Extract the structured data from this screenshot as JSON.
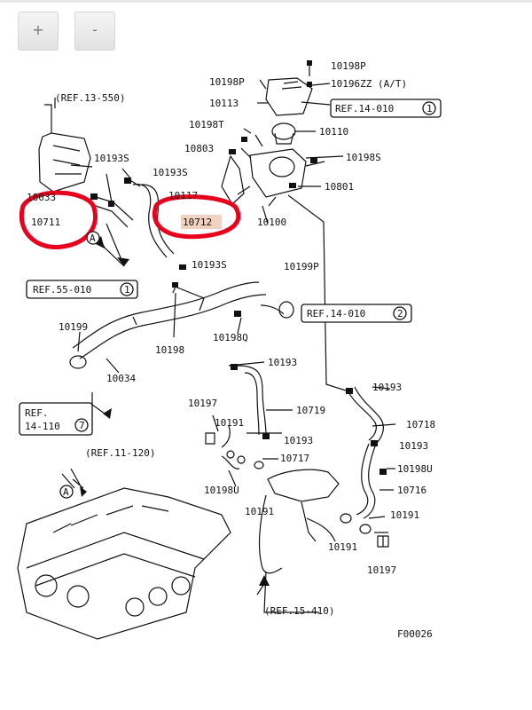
{
  "toolbar": {
    "zoom_in": "+",
    "zoom_out": "-"
  },
  "labels": {
    "ref13": "(REF.13-550)",
    "p10198P_top": "10198P",
    "p10198P": "10198P",
    "p10196ZZ": "10196ZZ (A/T)",
    "p10113": "10113",
    "ref14_1": "REF.14-010",
    "ref14_1n": "1",
    "p10198T": "10198T",
    "p10110": "10110",
    "p10193S_a": "10193S",
    "p10193S_b": "10193S",
    "p10803": "10803",
    "p10198S": "10198S",
    "p10117": "10117",
    "p10801": "10801",
    "p10711_hidden": "10033",
    "p10711": "10711",
    "p10712": "10712",
    "p10100": "10100",
    "circleA1": "A",
    "p10193S_c": "10193S",
    "p10199P": "10199P",
    "ref55": "REF.55-010",
    "ref55n": "1",
    "ref14_2": "REF.14-010",
    "ref14_2n": "2",
    "p10199": "10199",
    "p10198": "10198",
    "p10198Q": "10198Q",
    "p10034": "10034",
    "p10193_a": "10193",
    "p10193_b": "10193",
    "ref14_110_a": "REF.",
    "ref14_110_b": "14-110",
    "ref14_110n": "7",
    "p10197_a": "10197",
    "p10191_a": "10191",
    "p10719": "10719",
    "p10718": "10718",
    "p10193_c": "10193",
    "p10193_d": "10193",
    "ref11": "(REF.11-120)",
    "p10717": "10717",
    "p10198U_a": "10198U",
    "p10198U_b": "10198U",
    "circleA2": "A",
    "p10716": "10716",
    "p10191_b": "10191",
    "p10191_c": "10191",
    "p10191_d": "10191",
    "p10197_b": "10197",
    "ref15": "(REF.15-410)",
    "fig": "F00026"
  },
  "colors": {
    "line": "#111111",
    "highlight": "#e8001c",
    "pill": "#f1d1c0"
  }
}
